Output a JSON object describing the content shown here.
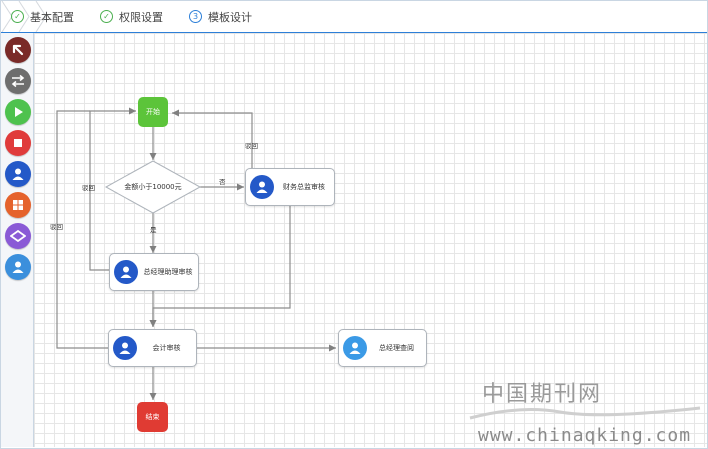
{
  "steps": [
    {
      "label": "基本配置",
      "state": "done"
    },
    {
      "label": "权限设置",
      "state": "done"
    },
    {
      "label": "模板设计",
      "state": "current",
      "number": "3"
    }
  ],
  "palette": [
    {
      "name": "select-arrow-icon",
      "color": "#7a2a28"
    },
    {
      "name": "connect-arrows-icon",
      "color": "#6e6e6e"
    },
    {
      "name": "start-node-icon",
      "color": "#4ec24e"
    },
    {
      "name": "end-node-icon",
      "color": "#e03b3b"
    },
    {
      "name": "user-task-icon",
      "color": "#2459c8"
    },
    {
      "name": "subprocess-icon",
      "color": "#e5622c"
    },
    {
      "name": "condition-diamond-icon",
      "color": "#8a5ad6"
    },
    {
      "name": "cc-task-icon",
      "color": "#3b8fdc"
    }
  ],
  "flow": {
    "start": "开始",
    "condition": "金额小于10000元",
    "task_finance": "财务总监审核",
    "task_gm_assistant": "总经理助理审核",
    "task_accounting": "会计审核",
    "task_gm_review": "总经理查阅",
    "end": "结束",
    "label_no": "否",
    "label_yes": "是",
    "label_reject_finance": "驳回",
    "label_reject_assistant": "驳回",
    "label_reject_accounting": "驳回",
    "colors": {
      "start": "#5cc43a",
      "end": "#e03b33",
      "avatar_blue": "#2459c8",
      "avatar_light": "#3b9ae6"
    }
  },
  "watermark": {
    "cn": "中国期刊网",
    "url": "www.chinaqking.com"
  }
}
